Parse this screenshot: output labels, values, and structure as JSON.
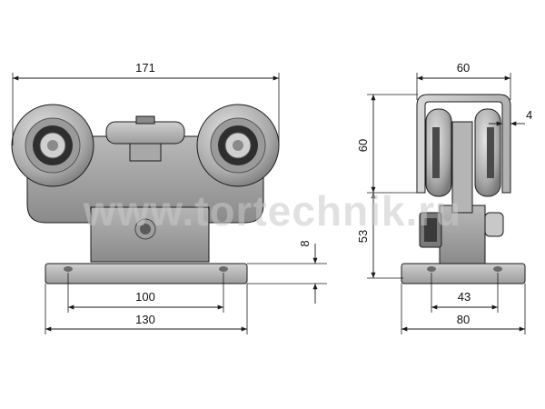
{
  "watermark": "www.tortechnik.ru",
  "dimensions": {
    "front": {
      "total_width": "171",
      "base_width": "130",
      "hole_spacing": "100",
      "base_thickness": "8"
    },
    "side": {
      "track_width": "60",
      "track_wall": "4",
      "track_height": "60",
      "lower_height": "53",
      "base_width": "80",
      "hole_spacing": "43"
    }
  },
  "colors": {
    "metal": "#9a9a9a",
    "metal_light": "#c8c8c8",
    "metal_dark": "#5a5a5a",
    "line": "#1a1a1a"
  }
}
